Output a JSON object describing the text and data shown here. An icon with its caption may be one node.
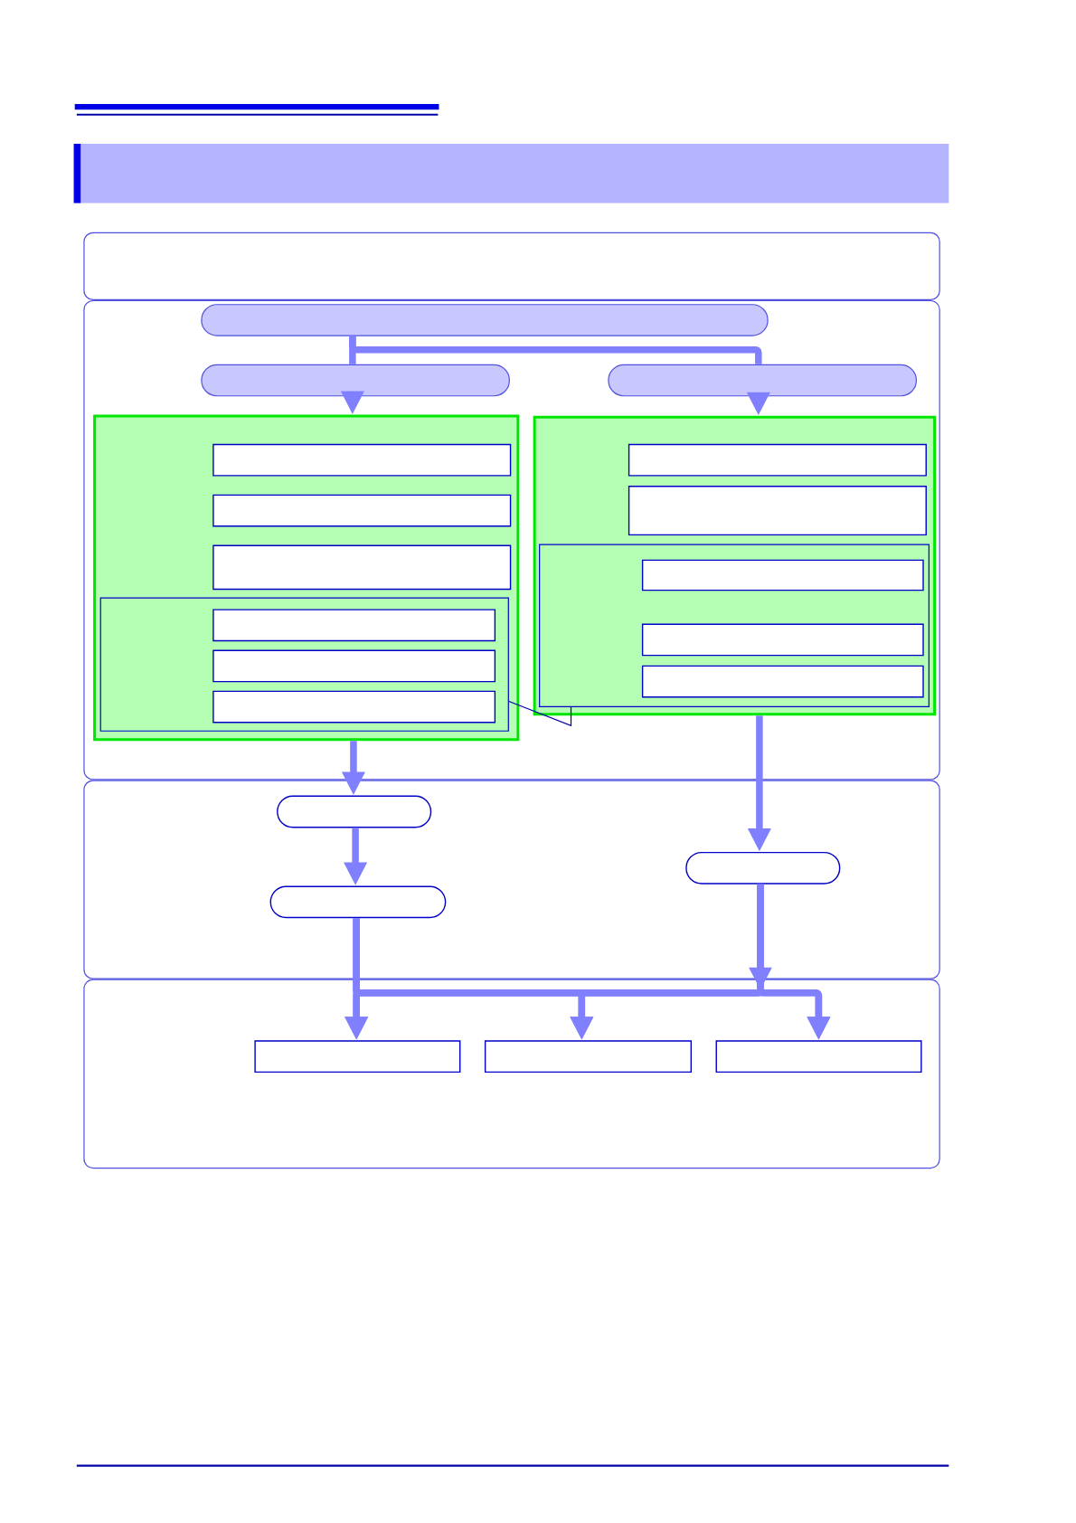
{
  "diagram": {
    "nodes": [
      {
        "text": [],
        "shape": "box"
      },
      {
        "text": [],
        "shape": "box"
      },
      {
        "text": [],
        "shape": "box"
      },
      {
        "text": [],
        "shape": "box"
      },
      {
        "text": [],
        "shape": "box",
        "in": 1
      },
      {
        "text": [],
        "shape": "box",
        "in": 1
      },
      {
        "text": [],
        "shape": "box",
        "in": 1
      },
      {
        "text": [],
        "shape": "box",
        "in": 1
      },
      {
        "text": [],
        "shape": "box",
        "in": 7
      },
      {
        "text": [],
        "shape": "box",
        "in": 7
      },
      {
        "text": [],
        "shape": "box",
        "in": 7
      },
      {
        "text": [],
        "shape": "box",
        "in": 7
      },
      {
        "text": [],
        "shape": "box",
        "in": 11
      },
      {
        "text": [],
        "shape": "box",
        "in": 11
      },
      {
        "text": [],
        "shape": "box",
        "in": 11
      },
      {
        "text": [],
        "shape": "box",
        "in": 1
      },
      {
        "text": [],
        "shape": "box",
        "in": 15
      },
      {
        "text": [],
        "shape": "box",
        "in": 15
      },
      {
        "text": [],
        "shape": "box",
        "in": 15
      },
      {
        "text": [],
        "shape": "box",
        "in": 18
      },
      {
        "text": [],
        "shape": "box",
        "in": 18
      },
      {
        "text": [],
        "shape": "box",
        "in": 18
      },
      {
        "text": [],
        "shape": "box",
        "in": 2
      },
      {
        "text": [],
        "shape": "box",
        "in": 2
      },
      {
        "text": [],
        "shape": "box",
        "in": 2
      },
      {
        "text": [],
        "shape": "box",
        "in": 3
      },
      {
        "text": [],
        "shape": "box",
        "in": 3
      },
      {
        "text": [],
        "shape": "box",
        "in": 3
      }
    ],
    "edges": [
      {
        "from": 4,
        "to": 5,
        "arrow": "none"
      },
      {
        "from": 5,
        "to": 7,
        "arrow": "to"
      },
      {
        "from": 4,
        "to": 6,
        "arrow": "none"
      },
      {
        "from": 6,
        "to": 15,
        "arrow": "to"
      },
      {
        "from": 7,
        "to": 22,
        "arrow": "to"
      },
      {
        "from": 22,
        "to": 23,
        "arrow": "to"
      },
      {
        "from": 15,
        "to": 24,
        "arrow": "to"
      },
      {
        "from": 23,
        "to": 25,
        "arrow": "to"
      },
      {
        "from": 23,
        "to": 26,
        "arrow": "to"
      },
      {
        "from": 23,
        "to": 27,
        "arrow": "to"
      },
      {
        "from": 24,
        "to": 25,
        "arrow": "to"
      },
      {
        "from": 24,
        "to": 26,
        "arrow": "to"
      },
      {
        "from": 24,
        "to": 27,
        "arrow": "to"
      },
      {
        "from": 11,
        "to": 18,
        "arrow": "none",
        "color": "#0000aa"
      }
    ]
  }
}
